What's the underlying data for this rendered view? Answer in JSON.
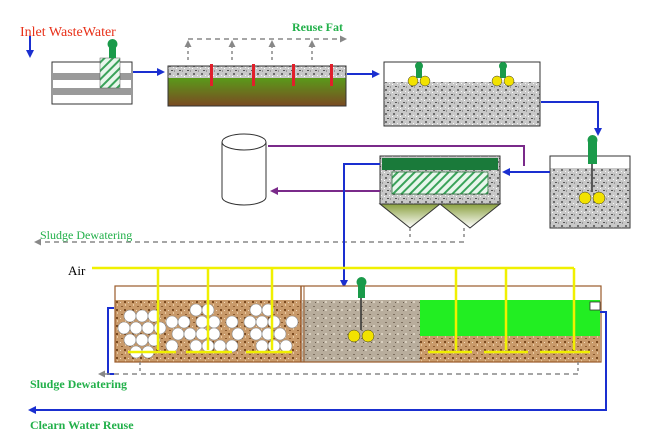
{
  "labels": {
    "inlet": "Inlet WasteWater",
    "reuse_fat": "Reuse Fat",
    "sludge_dewatering_top": "Sludge Dewatering",
    "air": "Air",
    "sludge_dewatering_bottom": "Sludge Dewatering",
    "water_reuse": "Clearn Water Reuse"
  },
  "colors": {
    "inlet_label": "#e8311a",
    "green_label": "#22b04a",
    "water_flow": "#1a2fd0",
    "sludge_return": "#7a2a8a",
    "air_line": "#f0f000",
    "dashed_flow": "#888888"
  }
}
